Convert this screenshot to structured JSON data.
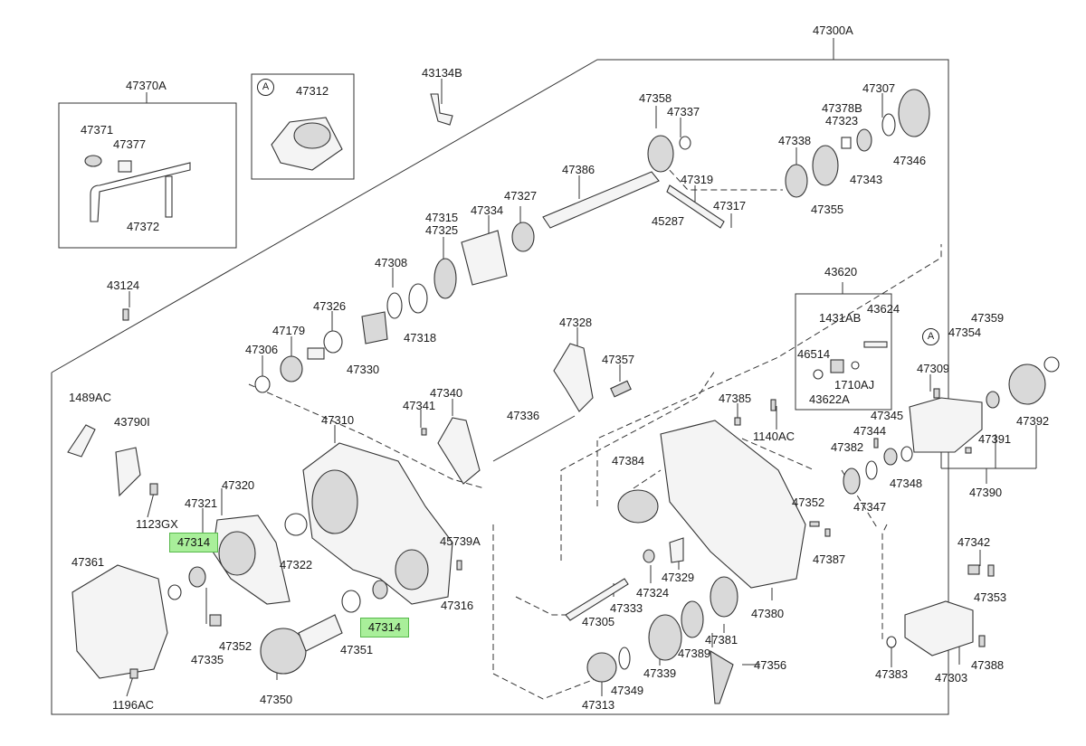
{
  "diagram": {
    "labels": {
      "l47300A": "47300A",
      "l47370A": "47370A",
      "l47371": "47371",
      "l47377": "47377",
      "l47372": "47372",
      "l47312": "47312",
      "lA1": "A",
      "l43134B": "43134B",
      "l43124": "43124",
      "l47358": "47358",
      "l47337": "47337",
      "l47386": "47386",
      "l47319": "47319",
      "l45287": "45287",
      "l47317": "47317",
      "l47327": "47327",
      "l47334": "47334",
      "l47315": "47315",
      "l47325": "47325",
      "l47308": "47308",
      "l47318": "47318",
      "l47326": "47326",
      "l47179": "47179",
      "l47306": "47306",
      "l47330": "47330",
      "l47307": "47307",
      "l47378B": "47378B",
      "l47323": "47323",
      "l47338": "47338",
      "l47343": "47343",
      "l47346": "47346",
      "l47355": "47355",
      "l43620": "43620",
      "l1431AB": "1431AB",
      "l43624": "43624",
      "l46514": "46514",
      "l1710AJ": "1710AJ",
      "l43622A": "43622A",
      "lA2": "A",
      "l47359": "47359",
      "l47354": "47354",
      "l47309": "47309",
      "l47345": "47345",
      "l47344": "47344",
      "l47382": "47382",
      "l47348": "47348",
      "l47347": "47347",
      "l47391": "47391",
      "l47392": "47392",
      "l47390": "47390",
      "l47328": "47328",
      "l47357": "47357",
      "l47340": "47340",
      "l47341": "47341",
      "l47336": "47336",
      "l47385": "47385",
      "l1140AC": "1140AC",
      "l47310": "47310",
      "l47384": "47384",
      "l1489AC": "1489AC",
      "l43790I": "43790I",
      "l1123GX": "1123GX",
      "l47320": "47320",
      "l47321": "47321",
      "l47322": "47322",
      "l45739A": "45739A",
      "l47316": "47316",
      "l47352a": "47352",
      "l47387": "47387",
      "l47329": "47329",
      "l47324": "47324",
      "l47333": "47333",
      "l47305": "47305",
      "l47380": "47380",
      "l47342": "47342",
      "l47353": "47353",
      "l47361": "47361",
      "l47335": "47335",
      "l47352b": "47352",
      "l47351": "47351",
      "l47350": "47350",
      "l1196AC": "1196AC",
      "l47313": "47313",
      "l47349": "47349",
      "l47339": "47339",
      "l47389": "47389",
      "l47381": "47381",
      "l47356": "47356",
      "l47383": "47383",
      "l47303": "47303",
      "l47388": "47388"
    },
    "highlights": {
      "h1": "47314",
      "h2": "47314"
    },
    "highlight_color": "#a9ef9a",
    "line_color": "#333333"
  }
}
